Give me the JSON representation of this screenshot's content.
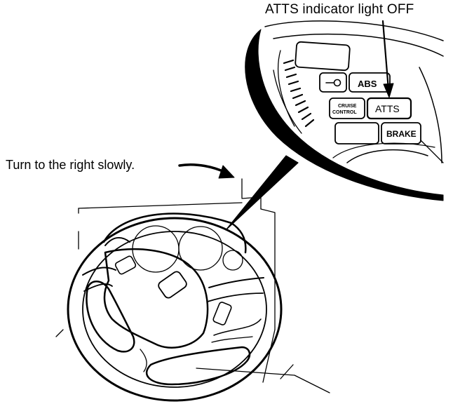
{
  "callouts": {
    "indicator": "ATTS indicator light OFF",
    "instruction": "Turn to the right slowly."
  },
  "panel_labels": {
    "abs": "ABS",
    "cruise_line1": "CRUISE",
    "cruise_line2": "CONTROL",
    "atts": "ATTS",
    "brake": "BRAKE"
  },
  "colors": {
    "ink": "#000000",
    "paper": "#ffffff"
  }
}
